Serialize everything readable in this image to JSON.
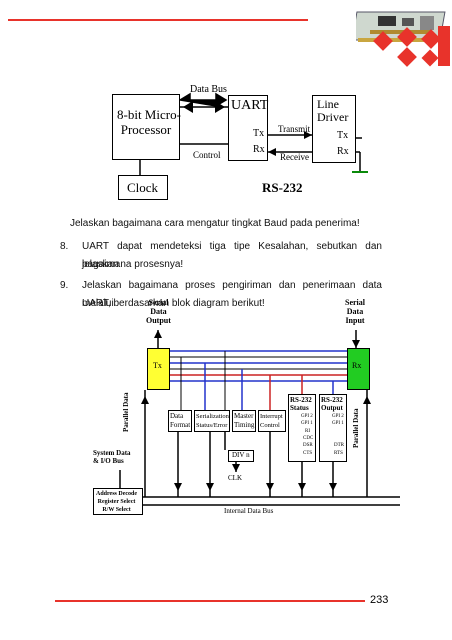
{
  "page": {
    "number": "233",
    "accent_color": "#e8332b"
  },
  "diagram1": {
    "processor": "8-bit Micro-\nProcessor",
    "data_bus": "Data Bus",
    "uart": "UART",
    "tx": "Tx",
    "rx": "Rx",
    "control": "Control",
    "transmit": "Transmit",
    "receive": "Receive",
    "line_driver": "Line\nDriver",
    "ld_tx": "Tx",
    "ld_rx": "Rx",
    "clock": "Clock",
    "rs232": "RS-232"
  },
  "text": {
    "q_prev": "Jelaskan bagaimana cara mengatur tingkat Baud pada penerima!",
    "q8_num": "8.",
    "q8_l1": "UART dapat mendeteksi tiga tipe Kesalahan, sebutkan dan jelaskan",
    "q8_l2": "bagaimana prosesnya!",
    "q9_num": "9.",
    "q9_l1": "Jelaskan bagaimana proses pengiriman dan penerimaan data melalui",
    "q9_l2": "UART, berdasarkan blok diagram berikut!"
  },
  "diagram2": {
    "serial_out": "Serial\nData\nOutput",
    "serial_in": "Serial\nData\nInput",
    "tx": "Tx",
    "rx": "Rx",
    "data_format": "Data\nFormat",
    "serialization": "Serialization\nStatus/Error",
    "master_timing": "Master\nTiming",
    "interrupt_control": "Interrupt\nControl",
    "rs232_status_title": "RS-232\nStatus",
    "rs232_status_items": [
      "GPI 2",
      "GPI 1",
      "RI",
      "CDC",
      "DSR",
      "CTS"
    ],
    "rs232_output_title": "RS-232\nOutput",
    "rs232_output_items": [
      "GPI 2",
      "GPI 1",
      "DTR",
      "RTS"
    ],
    "div_n": "DIV n",
    "clk": "CLK",
    "system_data": "System Data\n& I/O Bus",
    "parallel_data_left": "Parallel Data",
    "parallel_data_right": "Parallel Data",
    "address_decode": "Address Decode\nRegister Select\nR/W Select",
    "internal_bus": "Internal Data Bus",
    "tx_color": "#ffff33",
    "rx_color": "#22cc22",
    "bus_line_color": "#2233cc",
    "status_line_color": "#cc2222"
  }
}
